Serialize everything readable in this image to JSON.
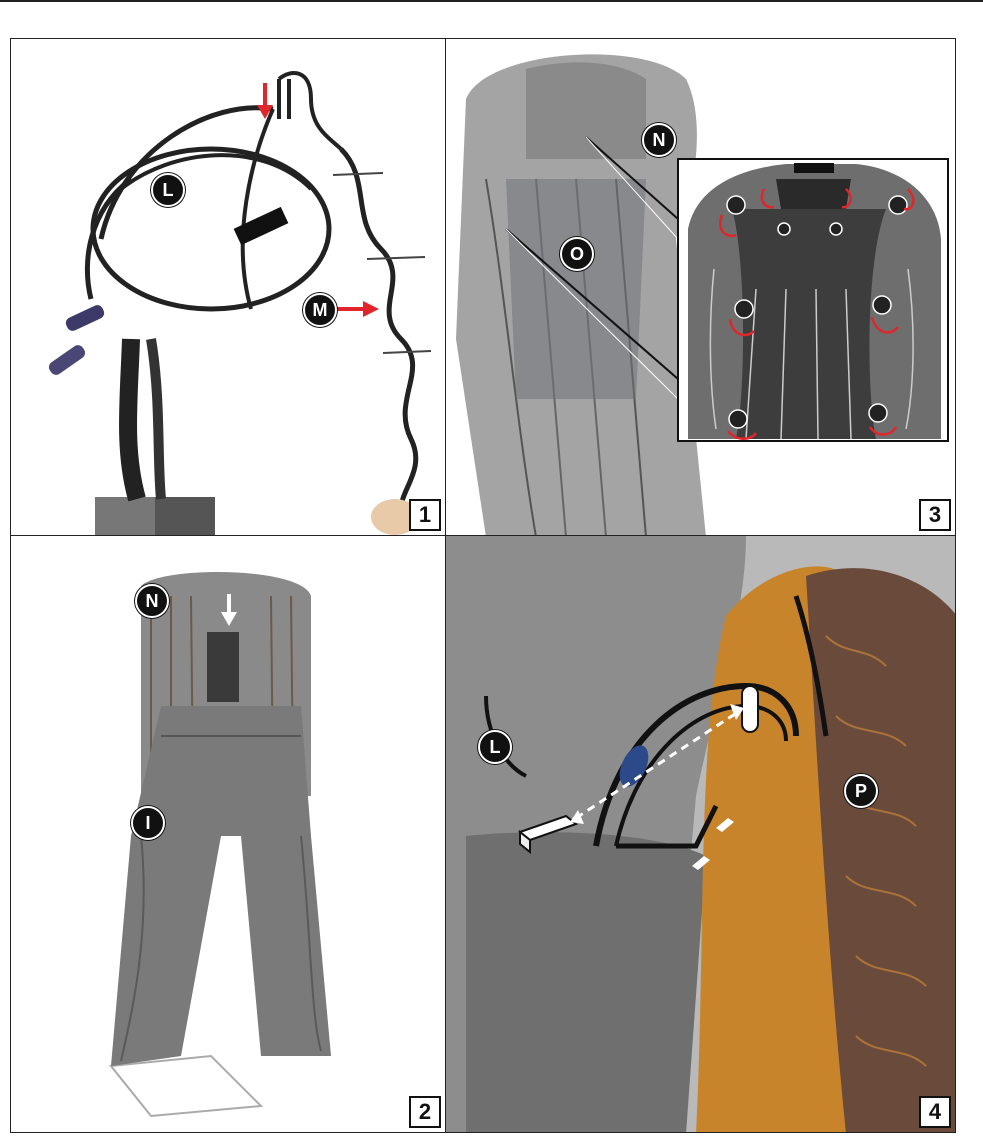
{
  "panels": [
    {
      "number": "1",
      "callouts": [
        "L",
        "M"
      ]
    },
    {
      "number": "2",
      "callouts": [
        "N",
        "I"
      ]
    },
    {
      "number": "3",
      "callouts": [
        "N",
        "O"
      ]
    },
    {
      "number": "4",
      "callouts": [
        "L",
        "P"
      ]
    }
  ],
  "colors": {
    "accent_arrow": "#e0262b",
    "garment_gray": "#6b6b6b",
    "fur_orange": "#c8842a"
  }
}
